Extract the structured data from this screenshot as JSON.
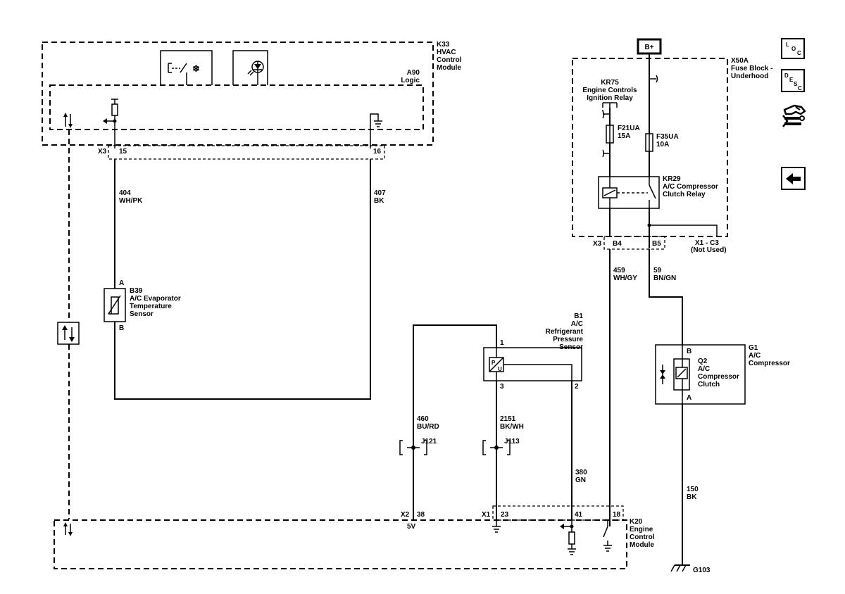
{
  "modules": {
    "hvac": {
      "id": "K33",
      "l1": "HVAC",
      "l2": "Control",
      "l3": "Module"
    },
    "logic": {
      "id": "A90",
      "l1": "Logic"
    },
    "ecm": {
      "id": "K20",
      "l1": "Engine",
      "l2": "Control",
      "l3": "Module"
    },
    "fuse_block": {
      "id": "X50A",
      "l1": "Fuse Block -",
      "l2": "Underhood"
    }
  },
  "battery": "B+",
  "relays": {
    "kr75": {
      "id": "KR75",
      "l1": "Engine Controls",
      "l2": "Ignition Relay"
    },
    "kr29": {
      "id": "KR29",
      "l1": "A/C Compressor",
      "l2": "Clutch Relay"
    }
  },
  "fuses": {
    "f21": {
      "id": "F21UA",
      "rating": "15A"
    },
    "f35": {
      "id": "F35UA",
      "rating": "10A"
    }
  },
  "sensors": {
    "b39": {
      "id": "B39",
      "l1": "A/C Evaporator",
      "l2": "Temperature",
      "l3": "Sensor",
      "pin_a": "A",
      "pin_b": "B"
    },
    "b1": {
      "id": "B1",
      "l1": "A/C",
      "l2": "Refrigerant",
      "l3": "Pressure",
      "l4": "Sensor",
      "pin1": "1",
      "pin2": "2",
      "pin3": "3",
      "p": "P",
      "u": "U"
    }
  },
  "compressor": {
    "id": "G1",
    "l1": "A/C",
    "l2": "Compressor",
    "clutch_id": "Q2",
    "clutch_l1": "A/C",
    "clutch_l2": "Compressor",
    "clutch_l3": "Clutch",
    "pin_b": "B",
    "pin_a": "A"
  },
  "connectors": {
    "x3_hvac": "X3",
    "p15": "15",
    "p16": "16",
    "x3_fuse": "X3",
    "b4": "B4",
    "b5": "B5",
    "x1c3": "X1 - C3",
    "not_used": "(Not Used)",
    "x2": "X2",
    "p38": "38",
    "x1": "X1",
    "p23": "23",
    "p41": "41",
    "p18": "18",
    "v5": "5V"
  },
  "wires": {
    "w404": {
      "circuit": "404",
      "color": "WH/PK"
    },
    "w407": {
      "circuit": "407",
      "color": "BK"
    },
    "w459": {
      "circuit": "459",
      "color": "WH/GY"
    },
    "w59": {
      "circuit": "59",
      "color": "BN/GN"
    },
    "w460": {
      "circuit": "460",
      "color": "BU/RD"
    },
    "w2151": {
      "circuit": "2151",
      "color": "BK/WH"
    },
    "w380": {
      "circuit": "380",
      "color": "GN"
    },
    "w150": {
      "circuit": "150",
      "color": "BK"
    }
  },
  "splices": {
    "j121": "J121",
    "j113": "J113"
  },
  "ground": "G103",
  "nav": {
    "loc": {
      "a": "L",
      "b": "O",
      "c": "C"
    },
    "desc": {
      "a": "D",
      "b": "E",
      "c": "S",
      "d": "C"
    }
  },
  "icons": {
    "snowflake": "snowflake-icon",
    "arrow": "arrow-left-icon",
    "comm": "bidirectional-arrows-icon",
    "tools": "hand-wrench-icon"
  }
}
